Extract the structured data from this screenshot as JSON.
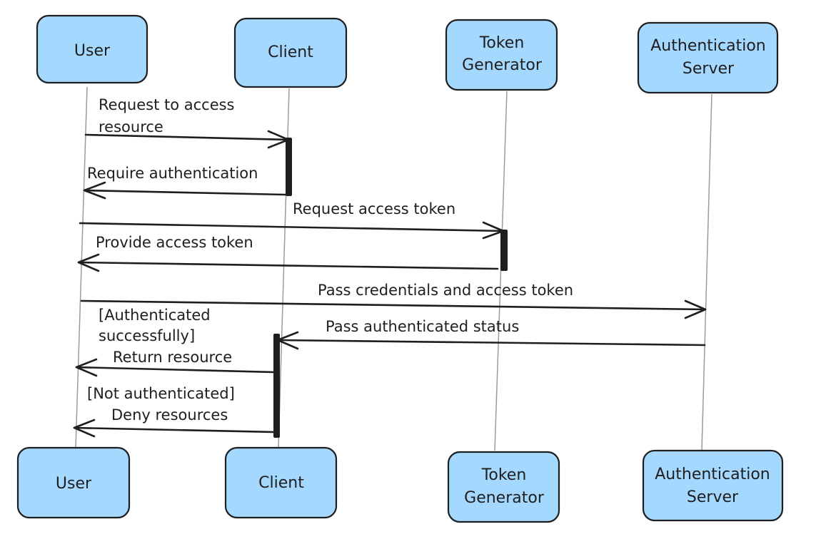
{
  "colors": {
    "box_fill": "#a5d8ff",
    "stroke": "#1e1e1e",
    "lifeline": "#9a9a9a",
    "background": "#ffffff"
  },
  "participants": {
    "user": {
      "lines": [
        "User"
      ]
    },
    "client": {
      "lines": [
        "Client"
      ]
    },
    "token_generator": {
      "lines": [
        "Token",
        "Generator"
      ]
    },
    "auth_server": {
      "lines": [
        "Authentication",
        "Server"
      ]
    }
  },
  "messages": {
    "request_access": {
      "lines": [
        "Request to access",
        "resource"
      ],
      "from": "User",
      "to": "Client"
    },
    "require_auth": {
      "lines": [
        "Require authentication"
      ],
      "from": "Client",
      "to": "User"
    },
    "request_token": {
      "lines": [
        "Request access token"
      ],
      "from": "User",
      "to": "Token Generator"
    },
    "provide_token": {
      "lines": [
        "Provide access token"
      ],
      "from": "Token Generator",
      "to": "User"
    },
    "pass_credentials": {
      "lines": [
        "Pass credentials and access token"
      ],
      "from": "User",
      "to": "Authentication Server"
    },
    "pass_status": {
      "lines": [
        "Pass authenticated status"
      ],
      "from": "Authentication Server",
      "to": "Client"
    },
    "guard_success": {
      "lines": [
        "[Authenticated",
        "successfully]"
      ]
    },
    "return_resource": {
      "lines": [
        "Return resource"
      ],
      "from": "Client",
      "to": "User"
    },
    "guard_fail": {
      "lines": [
        "[Not authenticated]"
      ]
    },
    "deny_resources": {
      "lines": [
        "Deny resources"
      ],
      "from": "Client",
      "to": "User"
    }
  }
}
